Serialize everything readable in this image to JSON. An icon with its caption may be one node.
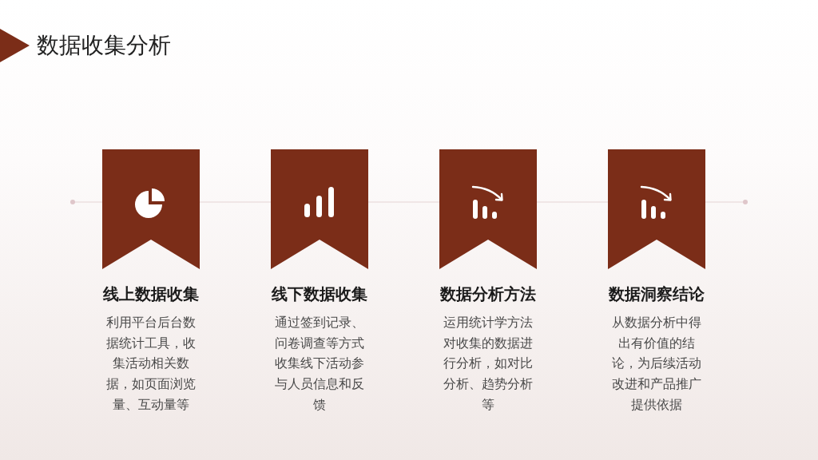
{
  "diagram": {
    "title": "数据收集分析",
    "nodes": [
      {
        "text": [
          "线上数据收集",
          "利用平台后台数据统计工具，收集活动相关数据，如页面浏览量、互动量等"
        ]
      },
      {
        "text": [
          "线下数据收集",
          "通过签到记录、问卷调查等方式收集线下活动参与人员信息和反馈"
        ]
      },
      {
        "text": [
          "数据分析方法",
          "运用统计学方法对收集的数据进行分析，如对比分析、趋势分析等"
        ]
      },
      {
        "text": [
          "数据洞察结论",
          "从数据分析中得出有价值的结论，为后续活动改进和产品推广提供依据"
        ]
      }
    ],
    "edges": [
      {
        "from": 0,
        "to": 1,
        "arrow": "none"
      },
      {
        "from": 1,
        "to": 2,
        "arrow": "none"
      },
      {
        "from": 2,
        "to": 3,
        "arrow": "none"
      }
    ]
  }
}
